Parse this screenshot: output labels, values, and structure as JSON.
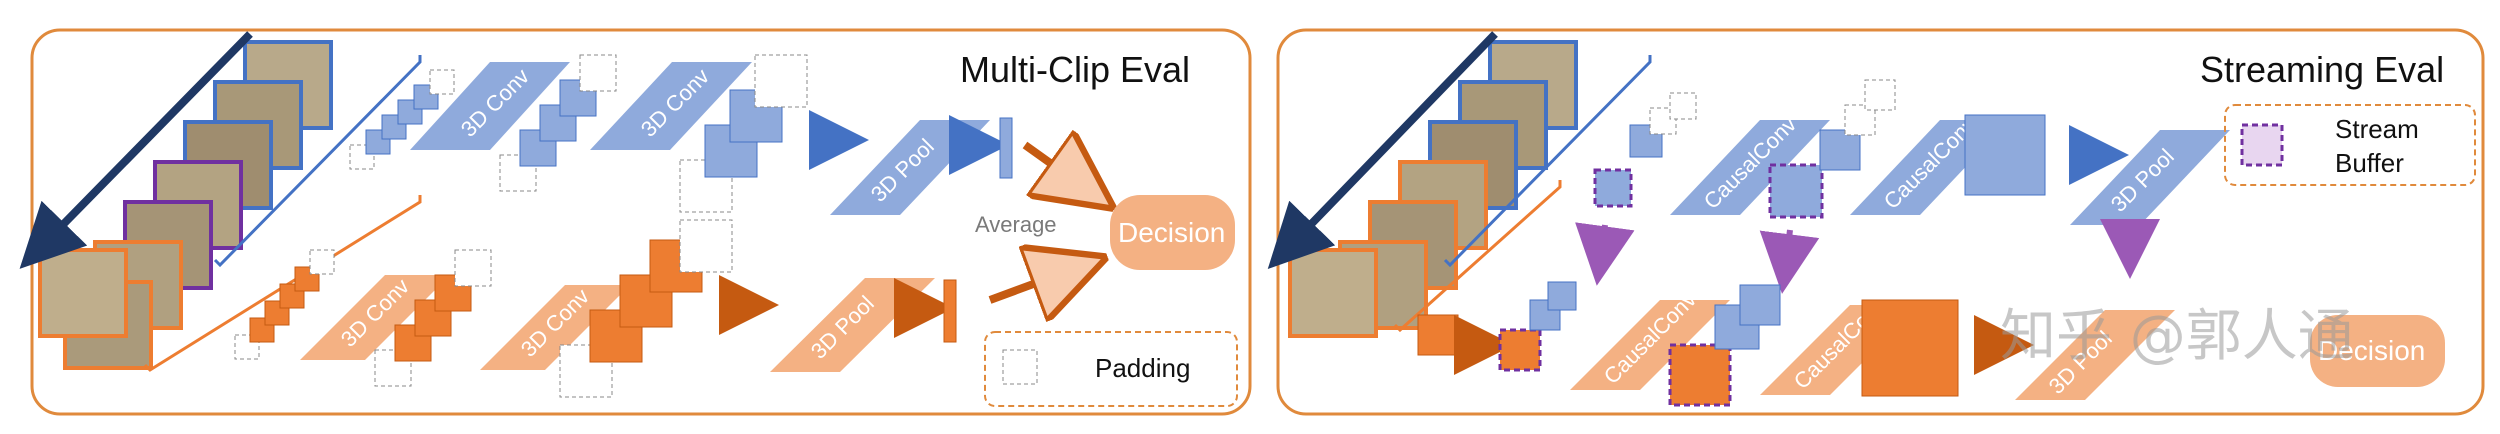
{
  "left_panel": {
    "title": "Multi-Clip Eval",
    "labels": {
      "conv_a1": "3D Conv",
      "conv_a2": "3D Conv",
      "pool_a": "3D Pool",
      "conv_b1": "3D Conv",
      "conv_b2": "3D Conv",
      "pool_b": "3D Pool",
      "average": "Average",
      "decision": "Decision",
      "legend": "Padding"
    }
  },
  "right_panel": {
    "title": "Streaming Eval",
    "labels": {
      "causal_a1": "CausalConv",
      "causal_a2": "CausalConv",
      "pool_a": "3D Pool",
      "causal_b1": "CausalConv",
      "causal_b2": "CausalConv",
      "pool_b": "3D Pool",
      "decision": "Decision",
      "legend_line1": "Stream",
      "legend_line2": "Buffer"
    }
  },
  "watermark": "知乎 @郭人通",
  "colors": {
    "panel_border": "#e08a3c",
    "blue": "#8faadc",
    "blue_dark": "#4472c4",
    "orange": "#ed7d31",
    "orange_light": "#f4b183",
    "navy": "#1f3864",
    "purple": "#7030a0"
  }
}
